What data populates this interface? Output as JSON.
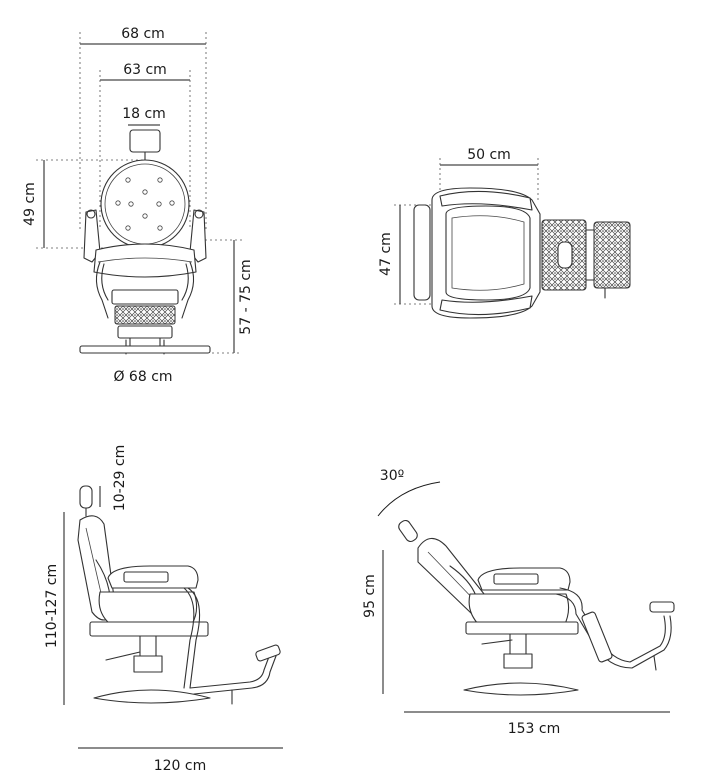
{
  "front_view": {
    "overall_width": "68 cm",
    "armrest_width": "63 cm",
    "headrest_width": "18 cm",
    "backrest_height": "49 cm",
    "seat_height": "57 - 75 cm",
    "base_diameter": "Ø 68 cm"
  },
  "top_view": {
    "seat_width": "50 cm",
    "seat_depth": "47 cm"
  },
  "side_view": {
    "headrest_adjust": "10-29 cm",
    "total_height": "110-127 cm",
    "length": "120 cm"
  },
  "reclined_view": {
    "recline_angle": "30º",
    "height": "95 cm",
    "length": "153 cm"
  }
}
